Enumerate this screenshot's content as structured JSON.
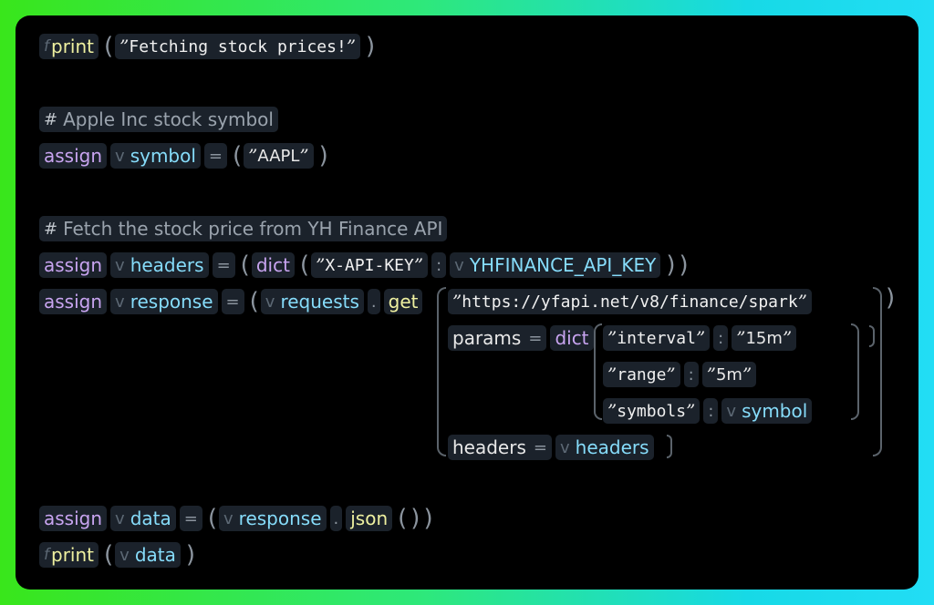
{
  "lines": {
    "print1": {
      "func": "print",
      "text": "Fetching stock prices!"
    },
    "comment1": "Apple Inc stock symbol",
    "assign_symbol": {
      "keyword": "assign",
      "var": "symbol",
      "op": "=",
      "value": "AAPL"
    },
    "comment2": "Fetch the stock price from YH Finance API",
    "assign_headers": {
      "keyword": "assign",
      "var": "headers",
      "op": "=",
      "func": "dict",
      "key": "X-API-KEY",
      "colon": ":",
      "value_var": "YHFINANCE_API_KEY"
    },
    "assign_response": {
      "keyword": "assign",
      "var": "response",
      "op": "=",
      "obj": "requests",
      "dot": ".",
      "method": "get",
      "url": "https://yfapi.net/v8/finance/spark",
      "params_label": "params",
      "params_op": "=",
      "params_func": "dict",
      "pairs": [
        {
          "key": "interval",
          "colon": ":",
          "value": "15m"
        },
        {
          "key": "range",
          "colon": ":",
          "value": "5m"
        },
        {
          "key": "symbols",
          "colon": ":",
          "value_var": "symbol"
        }
      ],
      "headers_label": "headers",
      "headers_op": "=",
      "headers_var": "headers"
    },
    "assign_data": {
      "keyword": "assign",
      "var": "data",
      "op": "=",
      "obj": "response",
      "dot": ".",
      "method": "json"
    },
    "print2": {
      "func": "print",
      "var": "data"
    }
  },
  "glyphs": {
    "func_tag": "f",
    "var_tag": "v",
    "comment_tag": "#",
    "quote": "”",
    "open_paren": "(",
    "close_paren": ")"
  },
  "colors": {
    "keyword": "#c8a4f0",
    "variable": "#86dcfa",
    "function": "#eef0a0",
    "comment": "#9aa3ad",
    "background": "#000000"
  }
}
